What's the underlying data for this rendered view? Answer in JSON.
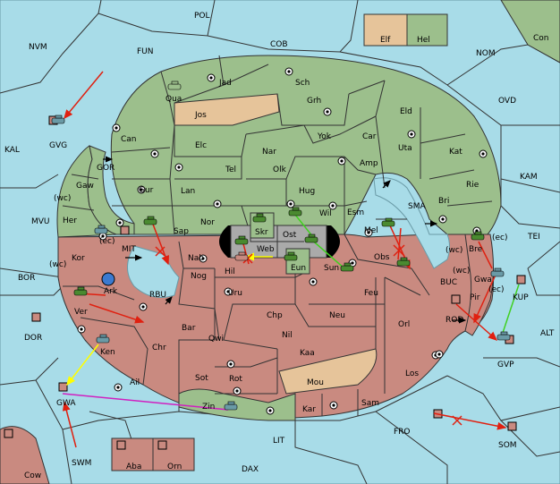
{
  "colors": {
    "sea": "#a8dce8",
    "green_power": "#9cbf8c",
    "red_power": "#c98a80",
    "neutral": "#e6c49a",
    "arrow_red": "#e02010",
    "arrow_yellow": "#ffff00",
    "arrow_green": "#40d020",
    "arrow_magenta": "#d020c0",
    "blocked_x": "#e02010",
    "hole": "#000000"
  },
  "legend": {
    "elf": "Elf",
    "hel": "Hel"
  },
  "seas": {
    "pol": "POL",
    "nvm": "NVM",
    "fun": "FUN",
    "cob": "COB",
    "nom": "NOM",
    "con": "Con",
    "ovd": "OVD",
    "kal": "KAL",
    "kam": "KAM",
    "mvu": "MVU",
    "bor": "BOR",
    "dor": "DOR",
    "tei": "TEI",
    "alt": "ALT",
    "fro": "FRO",
    "som": "SOM",
    "lit": "LIT",
    "dax": "DAX",
    "swm": "SWM",
    "cow": "Cow",
    "gor": "GOR",
    "sma": "SMA",
    "mit": "MIT",
    "rbu": "RBU",
    "buc": "BUC",
    "rod": "ROD",
    "gvg": "GVG",
    "gvp": "GVP",
    "kup": "KUP",
    "gwa_sea": "GWA"
  },
  "regions": {
    "qua": "Qua",
    "jad": "Jad",
    "sch": "Sch",
    "jos": "Jos",
    "grh": "Grh",
    "eld": "Eld",
    "can": "Can",
    "elc": "Elc",
    "yok": "Yok",
    "car": "Car",
    "uta": "Uta",
    "kat": "Kat",
    "nar": "Nar",
    "tel": "Tel",
    "olk": "Olk",
    "amp": "Amp",
    "gaw": "Gaw",
    "gur": "Gur",
    "lan": "Lan",
    "hug": "Hug",
    "rie": "Rie",
    "bri": "Bri",
    "her": "Her",
    "wil": "Wil",
    "esm": "Esm",
    "skr": "Skr",
    "ost": "Ost",
    "sap": "Sap",
    "nor": "Nor",
    "web": "Web",
    "mel": "Mel",
    "kor": "Kor",
    "bre": "Bre",
    "nab": "Nab",
    "eun": "Eun",
    "sun": "Sun",
    "obs": "Obs",
    "hil": "Hil",
    "nog": "Nog",
    "ark": "Ark",
    "gwa": "Gwa",
    "uru": "Uru",
    "feu": "Feu",
    "pir": "Pir",
    "ver": "Ver",
    "chp": "Chp",
    "neu": "Neu",
    "orl": "Orl",
    "bar": "Bar",
    "qwi": "Qwi",
    "nil": "Nil",
    "ken": "Ken",
    "chr": "Chr",
    "kaa": "Kaa",
    "los": "Los",
    "ail": "Ail",
    "sot": "Sot",
    "rot": "Rot",
    "mou": "Mou",
    "zin": "Zin",
    "kar": "Kar",
    "sam": "Sam",
    "aba": "Aba",
    "orn": "Orn"
  },
  "coasts": {
    "her_wc": "(wc)",
    "her_ec": "(ec)",
    "kor_wc": "(wc)",
    "bre_wc": "(wc)",
    "bre_ec": "(ec)",
    "gwa_ec": "(ec)",
    "pir_wc": "(wc)"
  }
}
